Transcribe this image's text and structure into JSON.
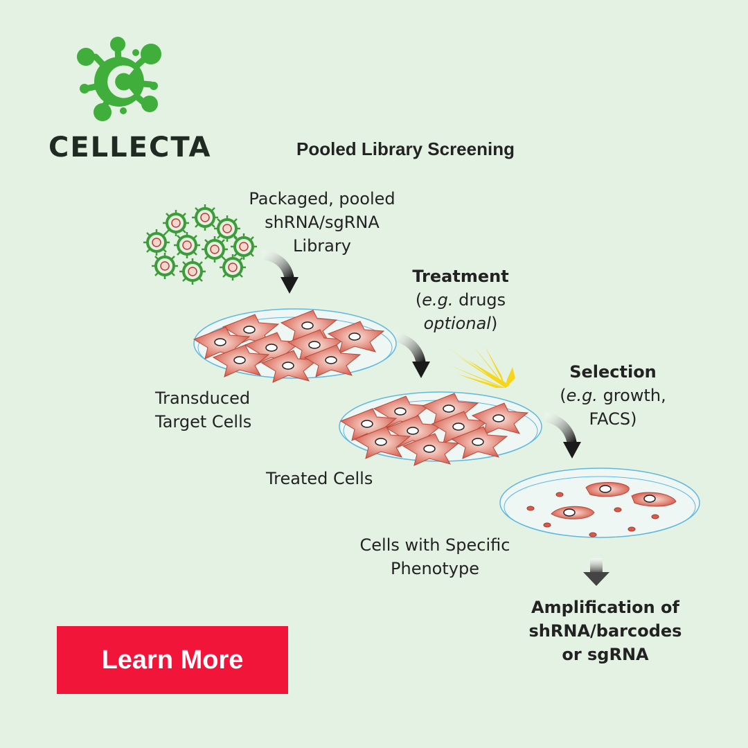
{
  "brand": {
    "name": "CELLECTA",
    "color": "#3fae3a",
    "logo_icon": "virus-c-logo-icon"
  },
  "title": "Pooled Library Screening",
  "steps": {
    "library": [
      "Packaged, pooled",
      "shRNA/sgRNA",
      "Library"
    ],
    "treatment": {
      "heading": "Treatment",
      "open": "(",
      "eg": "e.g.",
      "line1_rest": " drugs",
      "line2_italic": "optional",
      "line2_close": ")"
    },
    "selection": {
      "heading": "Selection",
      "open": "(",
      "eg": "e.g.",
      "line1_rest": " growth,",
      "line2": "FACS)"
    },
    "transduced": [
      "Transduced",
      "Target Cells"
    ],
    "treated": "Treated Cells",
    "phenotype": [
      "Cells with Specific",
      "Phenotype"
    ],
    "amplification": [
      "Amplification of",
      "shRNA/barcodes",
      "or sgRNA"
    ]
  },
  "cta": {
    "label": "Learn More",
    "color": "#f2153a"
  },
  "colors": {
    "background": "#e4f2e3",
    "cell": "#d95a4a",
    "dish": "#5fb8e0",
    "virus": "#3e9b3a",
    "sunburst": "#f7d51a"
  }
}
